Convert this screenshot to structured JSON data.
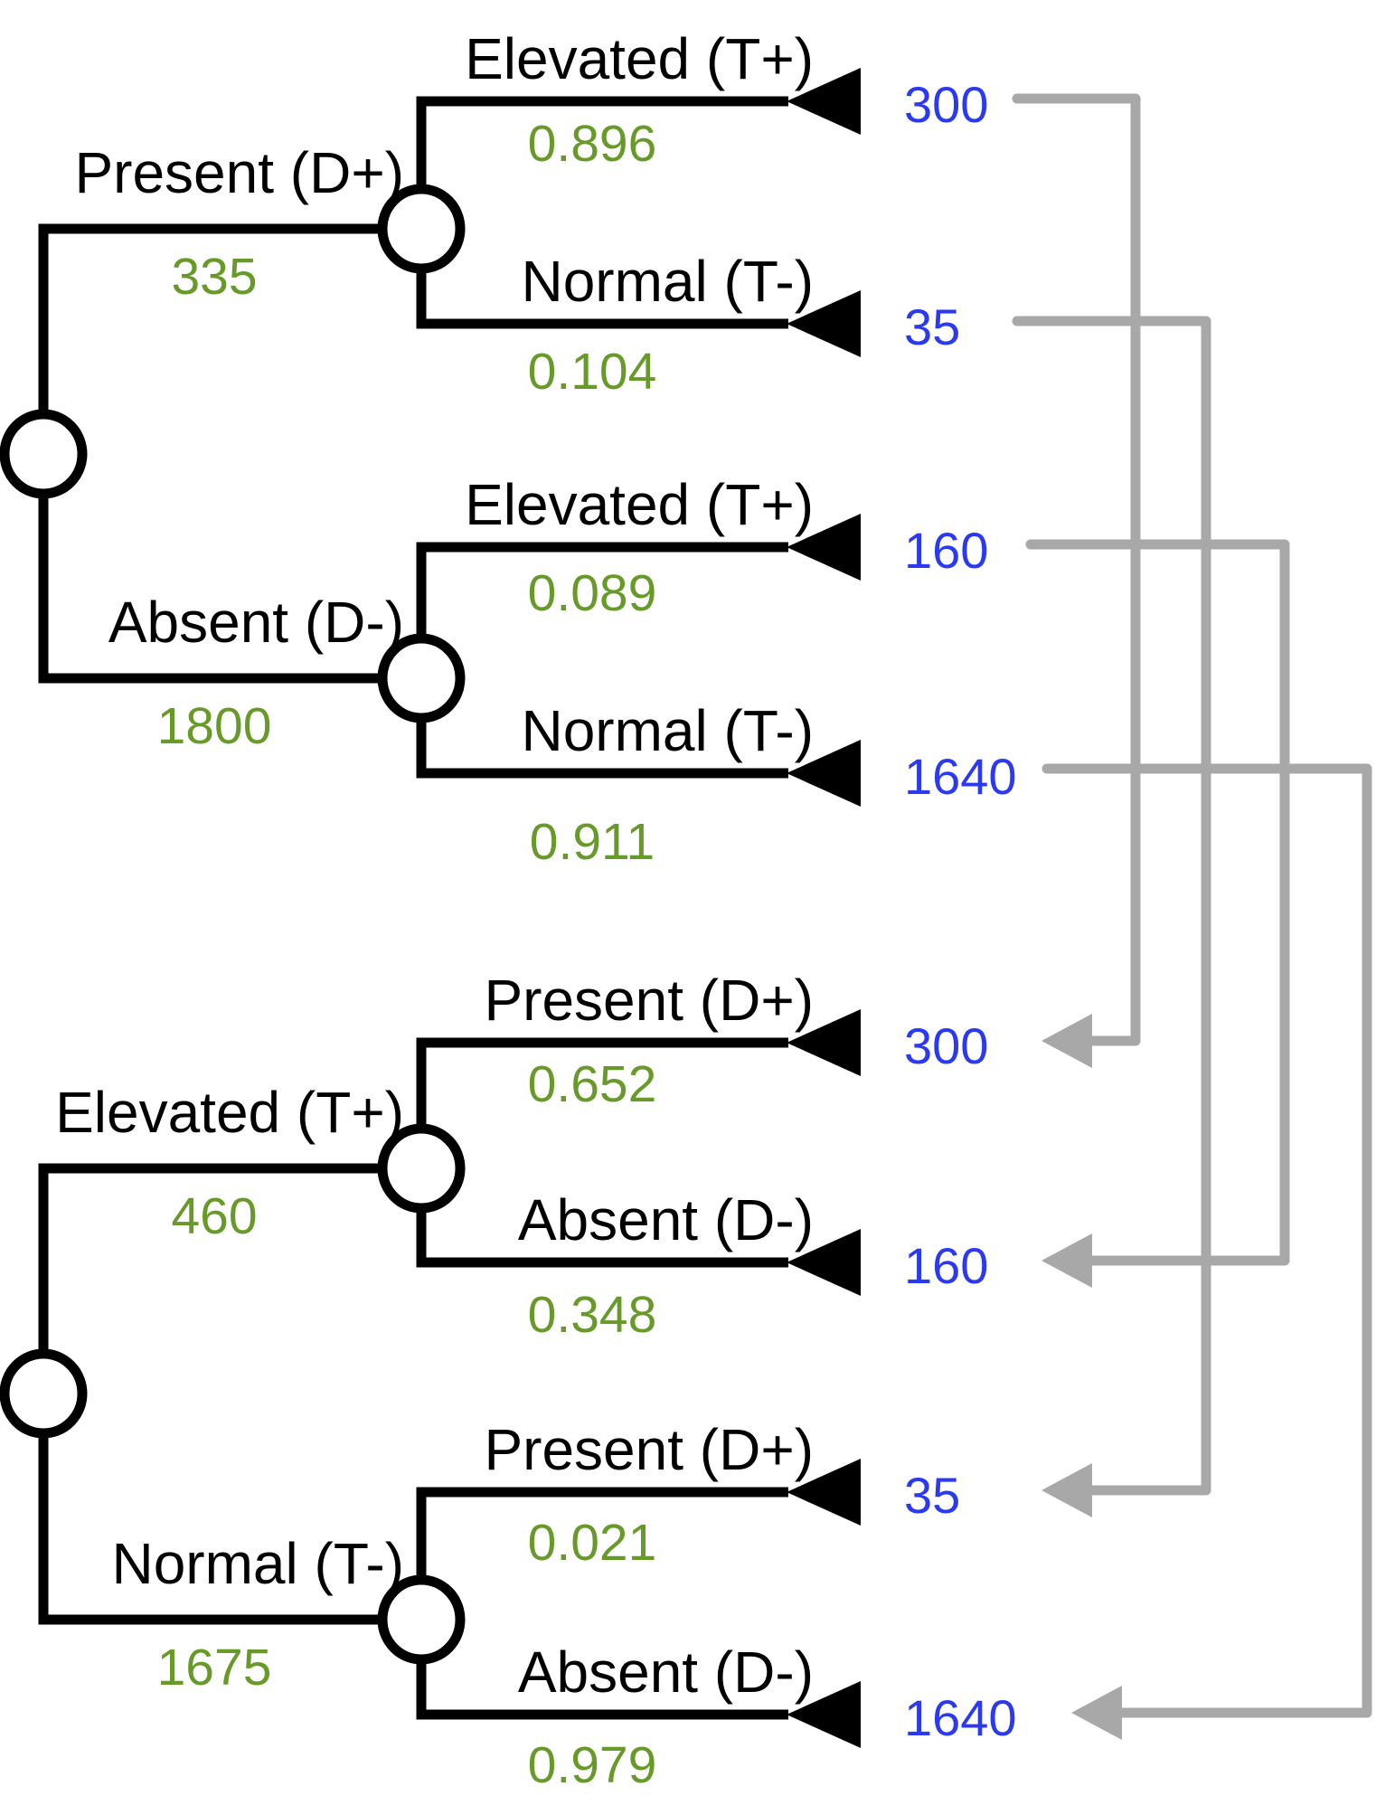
{
  "diagram": {
    "title": "Paired natural-frequency probability trees (disease by test result, and inverted test-by-disease tree) with correspondence arrows",
    "colors": {
      "structure": "#000000",
      "probability_green": "#689a29",
      "frequency_blue": "#2b3af0",
      "arrow_gray": "#a8a8a8",
      "background": "#ffffff"
    },
    "tree_disease_first": {
      "branches": [
        {
          "label": "Present (D+)",
          "count": "335",
          "children": [
            {
              "label": "Elevated (T+)",
              "prob": "0.896",
              "freq": "300"
            },
            {
              "label": "Normal (T-)",
              "prob": "0.104",
              "freq": "35"
            }
          ]
        },
        {
          "label": "Absent (D-)",
          "count": "1800",
          "children": [
            {
              "label": "Elevated (T+)",
              "prob": "0.089",
              "freq": "160"
            },
            {
              "label": "Normal (T-)",
              "prob": "0.911",
              "freq": "1640"
            }
          ]
        }
      ]
    },
    "tree_test_first": {
      "branches": [
        {
          "label": "Elevated (T+)",
          "count": "460",
          "children": [
            {
              "label": "Present (D+)",
              "prob": "0.652",
              "freq": "300"
            },
            {
              "label": "Absent (D-)",
              "prob": "0.348",
              "freq": "160"
            }
          ]
        },
        {
          "label": "Normal (T-)",
          "count": "1675",
          "children": [
            {
              "label": "Present (D+)",
              "prob": "0.021",
              "freq": "35"
            },
            {
              "label": "Absent (D-)",
              "prob": "0.979",
              "freq": "1640"
            }
          ]
        }
      ]
    },
    "links": [
      {
        "value": "300",
        "from": "D+ / T+ (top tree)",
        "to": "T+ / D+ (bottom tree)"
      },
      {
        "value": "35",
        "from": "D+ / T- (top tree)",
        "to": "T- / D+ (bottom tree)"
      },
      {
        "value": "160",
        "from": "D- / T+ (top tree)",
        "to": "T+ / D- (bottom tree)"
      },
      {
        "value": "1640",
        "from": "D- / T- (top tree)",
        "to": "T- / D- (bottom tree)"
      }
    ]
  }
}
